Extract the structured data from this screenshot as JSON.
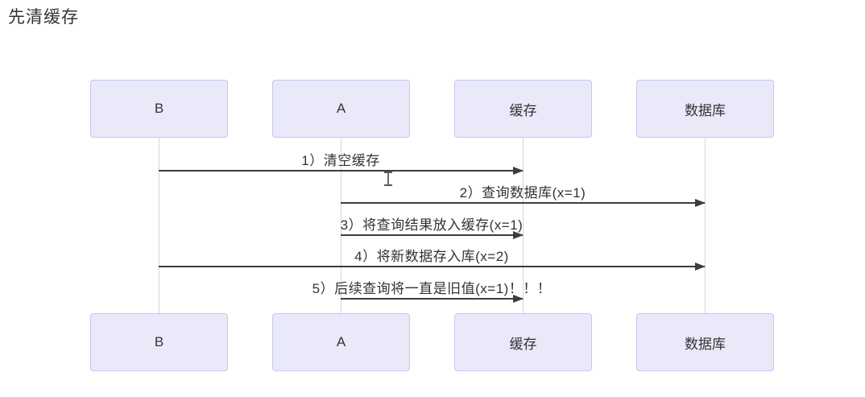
{
  "title": "先清缓存",
  "diagram": {
    "type": "sequence",
    "actors": [
      {
        "label": "B"
      },
      {
        "label": "A"
      },
      {
        "label": "缓存"
      },
      {
        "label": "数据库"
      }
    ],
    "messages": [
      {
        "label": "1）清空缓存",
        "from": "B",
        "to": "缓存"
      },
      {
        "label": "2）查询数据库(x=1)",
        "from": "A",
        "to": "数据库"
      },
      {
        "label": "3）将查询结果放入缓存(x=1)",
        "from": "A",
        "to": "缓存"
      },
      {
        "label": "4）将新数据存入库(x=2)",
        "from": "B",
        "to": "数据库"
      },
      {
        "label": "5）后续查询将一直是旧值(x=1)！！！",
        "from": "A",
        "to": "缓存"
      }
    ]
  },
  "icons": {
    "cursor": "text-ibeam"
  },
  "colors": {
    "actor_fill": "#e9e9fa",
    "actor_border": "#c7c7ec",
    "lifeline": "#d5d5dc",
    "arrow": "#3d3d3d",
    "text": "#333333",
    "background": "#ffffff"
  }
}
